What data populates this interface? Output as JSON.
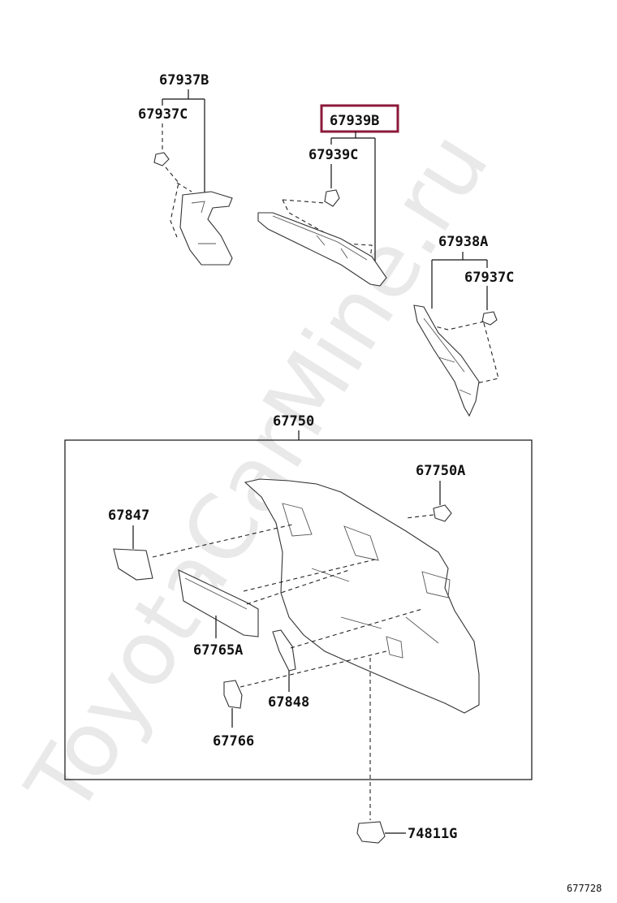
{
  "watermark": "ToyotaCarMine.ru",
  "diagram_id": "677728",
  "highlight_color": "#8b1a3a",
  "labels": {
    "p67937b": "67937B",
    "p67937c_left": "67937C",
    "p67939b": "67939B",
    "p67939c": "67939C",
    "p67938a": "67938A",
    "p67937c_right": "67937C",
    "p67750": "67750",
    "p67750a": "67750A",
    "p67847": "67847",
    "p67765a": "67765A",
    "p67848": "67848",
    "p67766": "67766",
    "p74811g": "74811G"
  }
}
